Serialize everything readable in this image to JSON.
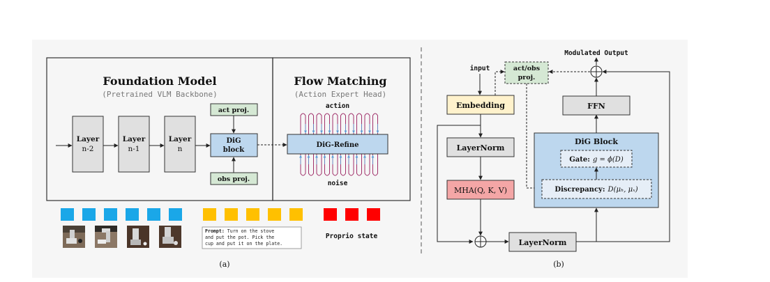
{
  "panel_a": {
    "caption": "(a)",
    "foundation": {
      "title": "Foundation Model",
      "subtitle": "(Pretrained VLM Backbone)",
      "layers": [
        {
          "line1": "Layer",
          "line2": "n-2"
        },
        {
          "line1": "Layer",
          "line2": "n-1"
        },
        {
          "line1": "Layer",
          "line2": "n"
        }
      ],
      "dig_block": {
        "line1": "DiG",
        "line2": "block"
      },
      "act_proj": "act proj.",
      "obs_proj": "obs proj."
    },
    "flow": {
      "title": "Flow Matching",
      "subtitle": "(Action Expert Head)",
      "refine": "DiG-Refine",
      "top_label": "action",
      "bottom_label": "noise"
    },
    "tokens": {
      "prompt_bold": "Prompt:",
      "prompt_lines": [
        " Turn on the stove",
        "and put the pot. Pick the",
        "cup and put it on the plate."
      ],
      "proprio_label": "Proprio state"
    },
    "colors": {
      "vision_token": "#1aa7e8",
      "language_token": "#ffc000",
      "proprio_token": "#ff0000",
      "dig_fill": "#bdd7ee",
      "proj_fill": "#d5e8d4",
      "layer_fill": "#e0e0e0",
      "flow_line": "#a0306a",
      "flow_arrow": "#5b9bd5"
    }
  },
  "panel_b": {
    "caption": "(b)",
    "input_label": "input",
    "output_label": "Modulated Output",
    "act_obs_proj": {
      "line1": "act/obs",
      "line2": "proj."
    },
    "embedding": "Embedding",
    "layernorm_1": "LayerNorm",
    "mha": "MHA(Q, K, V)",
    "layernorm_2": "LayerNorm",
    "ffn": "FFN",
    "dig_block_title": "DiG Block",
    "gate_bold": "Gate:",
    "gate_formula": "g = ϕ(D)",
    "discrepancy_bold": "Discrepancy:",
    "discrepancy_formula": "D(μₕ, μₓ)",
    "colors": {
      "embedding_fill": "#fff2cc",
      "layernorm_fill": "#e0e0e0",
      "mha_fill": "#f4a6a6",
      "dig_fill": "#bdd7ee",
      "proj_fill": "#d5e8d4"
    }
  }
}
